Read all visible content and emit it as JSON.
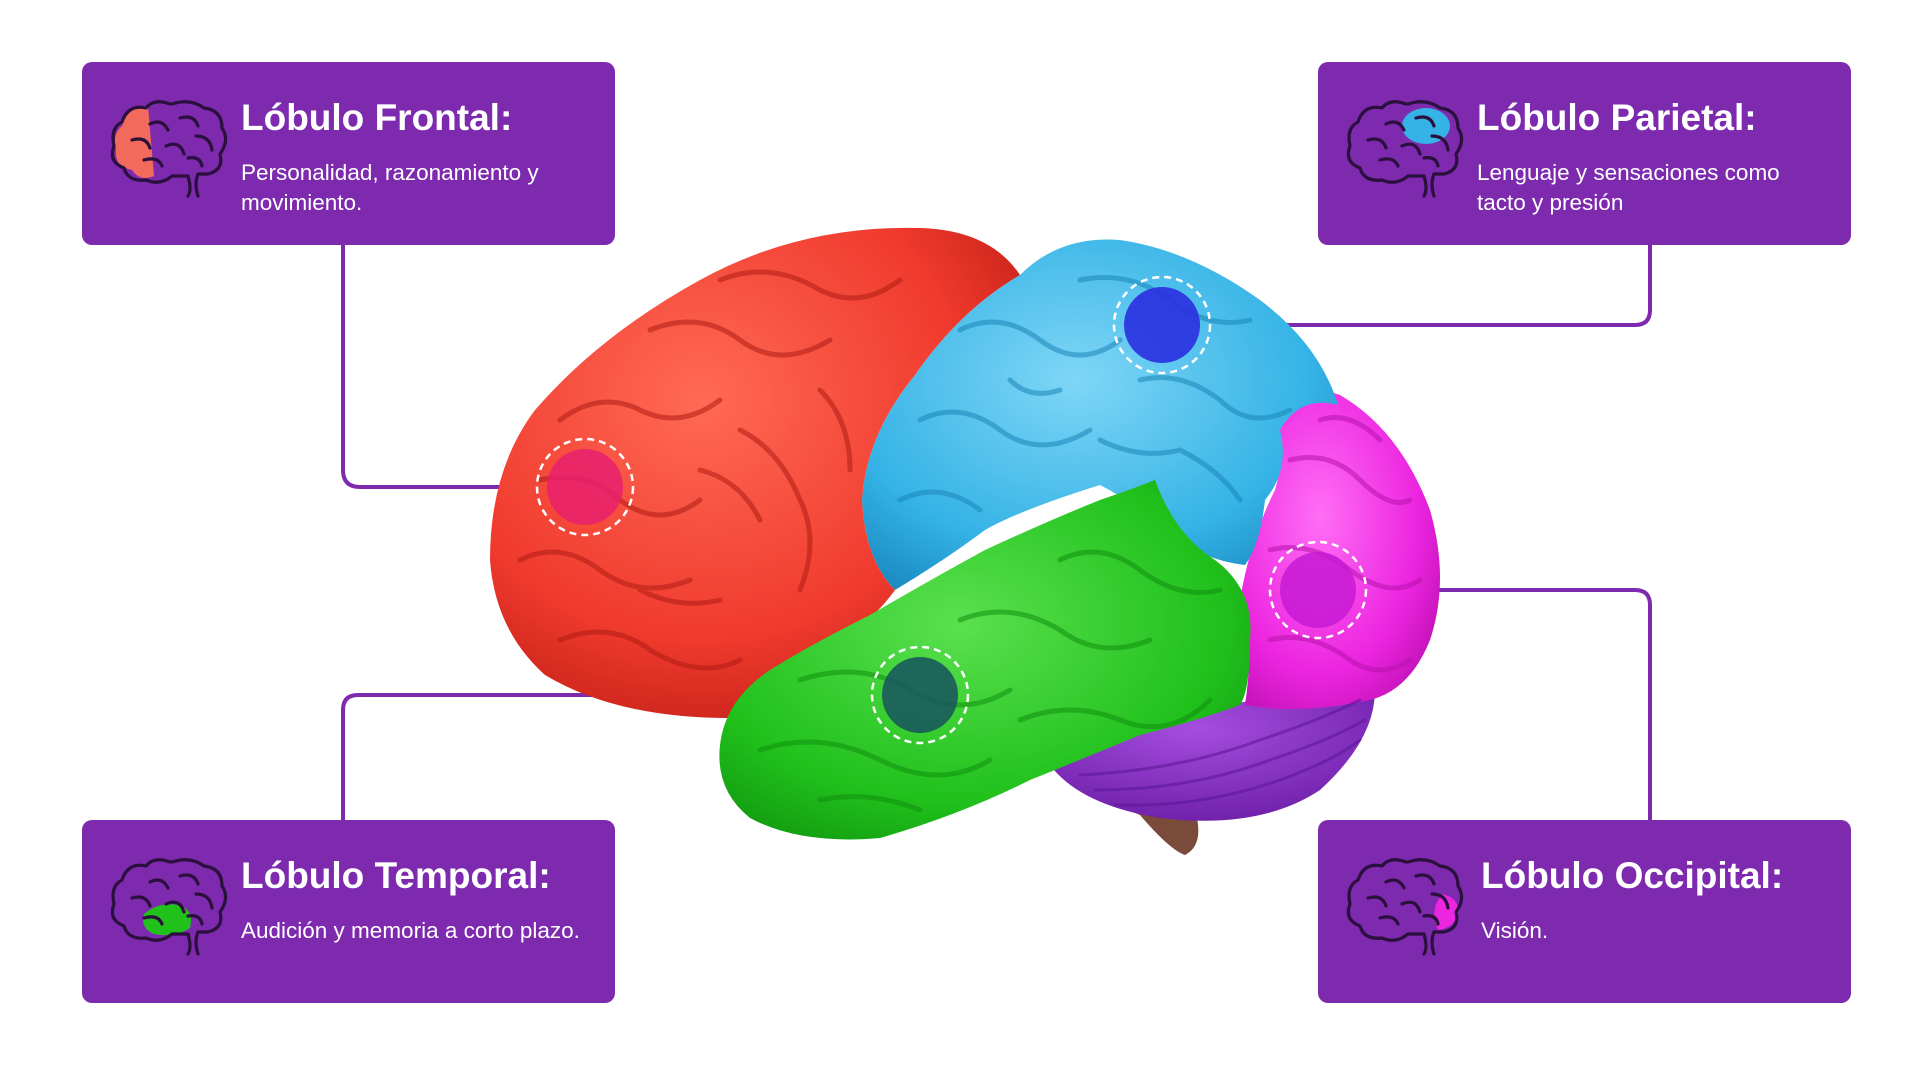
{
  "colors": {
    "card_bg": "#7d2aaf",
    "connector": "#7d2aaf",
    "frontal": "#f03a2e",
    "parietal": "#35b3e6",
    "temporal": "#21c11c",
    "occipital": "#ec25e0",
    "cerebellum": "#8a2cc9",
    "brainstem": "#7a4a3a"
  },
  "cards": {
    "frontal": {
      "title": "Lóbulo Frontal:",
      "desc": "Personalidad, razonamiento y movimiento.",
      "icon": "brain-frontal-highlight-icon"
    },
    "parietal": {
      "title": "Lóbulo Parietal:",
      "desc": "Lenguaje y sensaciones como tacto y presión",
      "icon": "brain-parietal-highlight-icon"
    },
    "temporal": {
      "title": "Lóbulo Temporal:",
      "desc": "Audición y memoria a corto plazo.",
      "icon": "brain-temporal-highlight-icon"
    },
    "occipital": {
      "title": "Lóbulo Occipital:",
      "desc": "Visión.",
      "icon": "brain-occipital-highlight-icon"
    }
  }
}
